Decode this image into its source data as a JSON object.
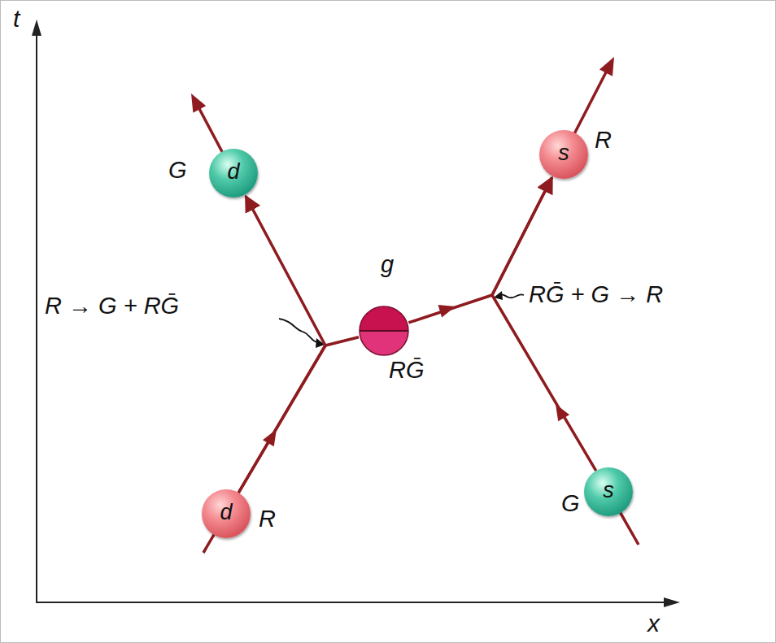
{
  "diagram": {
    "nodes": [
      {
        "text": [
          "d",
          "G"
        ]
      },
      {
        "text": [
          "s",
          "R"
        ]
      },
      {
        "text": [
          "g",
          "RḠ"
        ]
      },
      {
        "text": [
          "d",
          "R"
        ]
      },
      {
        "text": [
          "s",
          "G"
        ]
      }
    ],
    "edges": [
      {
        "from": 3,
        "to": 0,
        "arrow": "to"
      },
      {
        "from": 3,
        "to": 2,
        "arrow": "none"
      },
      {
        "from": 2,
        "to": 1,
        "arrow": "to"
      },
      {
        "from": 4,
        "to": 1,
        "arrow": "to"
      }
    ],
    "labels": [
      "t",
      "x",
      "R → G + RḠ",
      "RḠ + G → R"
    ]
  }
}
